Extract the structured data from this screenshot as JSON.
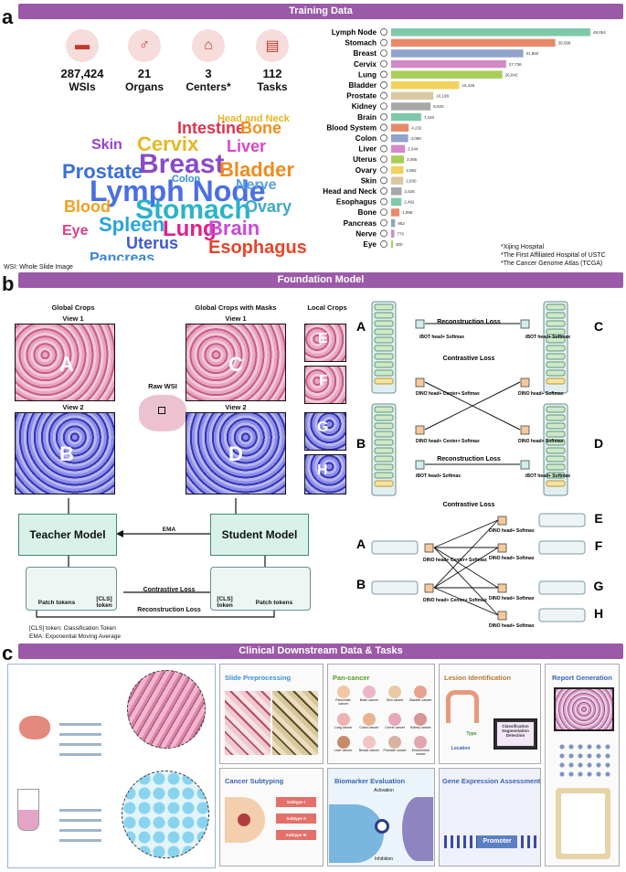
{
  "panels": {
    "a": "a",
    "b": "b",
    "c": "c"
  },
  "banners": {
    "training": "Training Data",
    "foundation": "Foundation Model",
    "clinical": "Clinical Downstream Data & Tasks"
  },
  "stats": [
    {
      "num": "287,424",
      "label": "WSIs",
      "icon": "slides-icon"
    },
    {
      "num": "21",
      "label": "Organs",
      "icon": "organ-icon"
    },
    {
      "num": "3",
      "label": "Centers*",
      "icon": "hospital-icon"
    },
    {
      "num": "112",
      "label": "Tasks",
      "icon": "clipboard-icon"
    }
  ],
  "wsi_note": "WSI: Whole Slide Image",
  "wordcloud": [
    {
      "t": "Lymph Node",
      "c": "#4a6fe3"
    },
    {
      "t": "Stomach",
      "c": "#2ab3c9"
    },
    {
      "t": "Breast",
      "c": "#8b49c9"
    },
    {
      "t": "Bladder",
      "c": "#ef8b1f"
    },
    {
      "t": "Cervix",
      "c": "#e5b722"
    },
    {
      "t": "Prostate",
      "c": "#3a6fd8"
    },
    {
      "t": "Lung",
      "c": "#e0208a"
    },
    {
      "t": "Brain",
      "c": "#c94ad8"
    },
    {
      "t": "Spleen",
      "c": "#2aa3df"
    },
    {
      "t": "Intestine",
      "c": "#e0334d"
    },
    {
      "t": "Bone",
      "c": "#f0901c"
    },
    {
      "t": "Liver",
      "c": "#d846c9"
    },
    {
      "t": "Esophagus",
      "c": "#e8452c"
    },
    {
      "t": "Uterus",
      "c": "#3d5bd1"
    },
    {
      "t": "Pancreas",
      "c": "#3a86d8"
    },
    {
      "t": "Skin",
      "c": "#9a3fd1"
    },
    {
      "t": "Blood",
      "c": "#f2a01f"
    },
    {
      "t": "Ovary",
      "c": "#3ea9c6"
    },
    {
      "t": "Nerve",
      "c": "#5aa0e0"
    },
    {
      "t": "Eye",
      "c": "#d8408a"
    },
    {
      "t": "Head and Neck",
      "c": "#e5b722"
    },
    {
      "t": "Colon",
      "c": "#2e8fd3"
    }
  ],
  "chart_data": {
    "type": "bar",
    "orientation": "horizontal",
    "categories": [
      "Lymph Node",
      "Stomach",
      "Breast",
      "Cervix",
      "Lung",
      "Bladder",
      "Prostate",
      "Kidney",
      "Brain",
      "Blood System",
      "Colon",
      "Liver",
      "Uterus",
      "Ovary",
      "Skin",
      "Head and Neck",
      "Esophagus",
      "Bone",
      "Pancreas",
      "Nerve",
      "Eye"
    ],
    "values": [
      48054,
      39598,
      31860,
      27736,
      26842,
      16426,
      10198,
      9520,
      7240,
      4232,
      4088,
      3344,
      3086,
      2962,
      2930,
      2526,
      2492,
      1998,
      952,
      770,
      300
    ],
    "value_labels": [
      "48,054",
      "39,598",
      "31,860",
      "27,736",
      "26,842",
      "16,426",
      "10,198",
      "9,520",
      "7,240",
      "4,232",
      "4,088",
      "3,344",
      "3,086",
      "2,962",
      "2,930",
      "2,526",
      "2,492",
      "1,998",
      "952",
      "770",
      "300"
    ],
    "colors": [
      "#7ec9a9",
      "#e8896a",
      "#8fa3cc",
      "#d38ac7",
      "#a8cf5a",
      "#f1d25c",
      "#d9c8a2",
      "#a8a8a8",
      "#7ec9a9",
      "#e8896a",
      "#8fa3cc",
      "#d38ac7",
      "#a8cf5a",
      "#f1d25c",
      "#d9c8a2",
      "#a8a8a8",
      "#7ec9a9",
      "#e8896a",
      "#8fa3cc",
      "#d38ac7",
      "#a8cf5a"
    ],
    "xlim": [
      0,
      48054
    ]
  },
  "footnotes": [
    "*Xijing Hospital",
    "*The First Affiliated Hospital of USTC",
    "*The Cancer Genome Atlas (TCGA)"
  ],
  "foundation": {
    "global_crops": "Global Crops",
    "global_masks": "Global Crops with Masks",
    "local_crops": "Local Crops",
    "view1": "View 1",
    "view2": "View 2",
    "raw_wsi": "Raw WSI",
    "teacher": "Teacher Model",
    "student": "Student Model",
    "ema": "EMA",
    "patch_tokens": "Patch tokens",
    "cls_token": "[CLS] token",
    "contrastive": "Contrastive Loss",
    "reconstruction": "Reconstruction Loss",
    "legend1": "[CLS] token: Classification Token",
    "legend2": "EMA: Exponential Moving Average",
    "letters": [
      "A",
      "B",
      "C",
      "D",
      "E",
      "F",
      "G",
      "H"
    ],
    "ibot": "iBOT head+ Softmax",
    "dino": "DINO head+ Center+ Softmax",
    "dino_s": "DINO head+ Softmax",
    "rec_loss": "Reconstruction Loss"
  },
  "clinical": {
    "slide_pre": "Slide Preprocessing",
    "pan": "Pan-cancer",
    "lesion": "Lesion Identification",
    "report": "Report Generation",
    "subtyping": "Cancer Subtyping",
    "biomarker": "Biomarker Evaluation",
    "gene": "Gene Expression Assessment",
    "activation": "Activation",
    "inhibition": "Inhibition",
    "promoter": "Promoter",
    "type": "Type",
    "location": "Location",
    "classif": "Classification Segmentation Detection",
    "subtypes": [
      "Subtype I",
      "Subtype II",
      "Subtype III"
    ],
    "pan_items": [
      "Pancreatic cancer",
      "Brain cancer",
      "Skin cancer",
      "Bladder cancer",
      "Lung cancer",
      "Colon cancer",
      "Cervix cancer",
      "Kidney cancer",
      "Liver cancer",
      "Breast cancer",
      "Prostate cancer",
      "Endometrial cancer"
    ]
  }
}
